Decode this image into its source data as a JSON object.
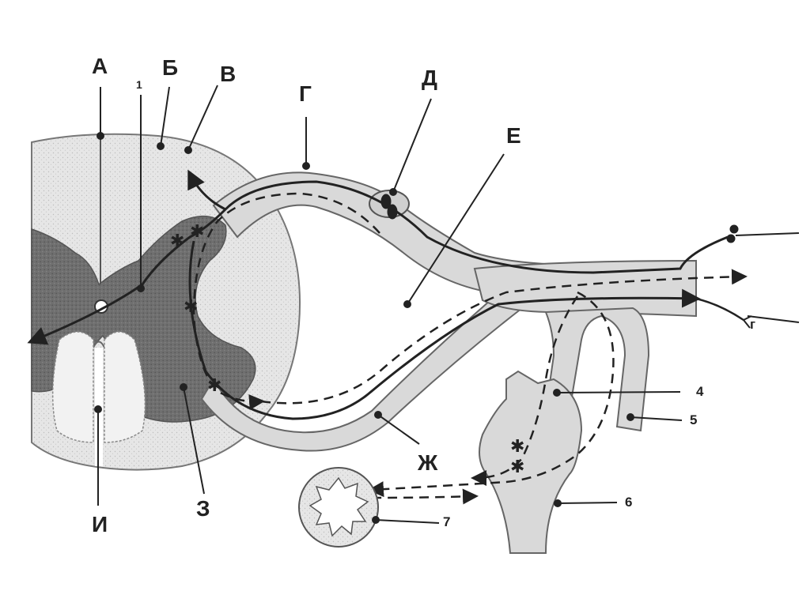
{
  "labels": {
    "A": "А",
    "B": "Б",
    "V": "В",
    "G": "Г",
    "D": "Д",
    "E": "Е",
    "Zh": "Ж",
    "Z": "З",
    "I": "И",
    "n1": "1",
    "n4": "4",
    "n5": "5",
    "n6": "6",
    "n7": "7",
    "G2": "г"
  }
}
